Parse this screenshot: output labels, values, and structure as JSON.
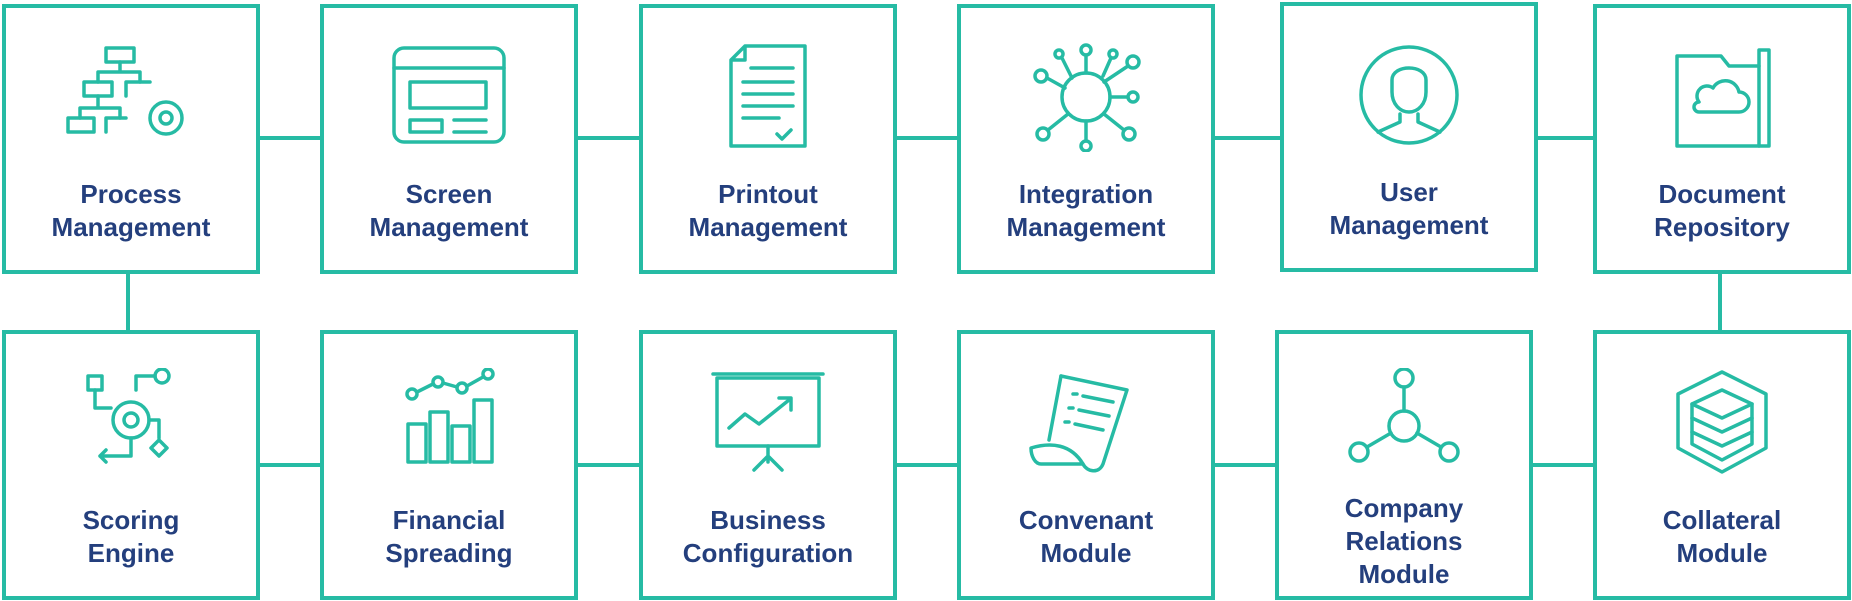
{
  "accent_color": "#26bba4",
  "text_color": "#243f7d",
  "top_row": [
    {
      "line1": "Process",
      "line2": "Management",
      "icon": "process-flow-gear-icon"
    },
    {
      "line1": "Screen",
      "line2": "Management",
      "icon": "browser-window-icon"
    },
    {
      "line1": "Printout",
      "line2": "Management",
      "icon": "document-check-icon"
    },
    {
      "line1": "Integration",
      "line2": "Management",
      "icon": "network-hub-icon"
    },
    {
      "line1": "User",
      "line2": "Management",
      "icon": "user-avatar-icon"
    },
    {
      "line1": "Document",
      "line2": "Repository",
      "icon": "cloud-folder-icon"
    }
  ],
  "bottom_row": [
    {
      "line1": "Scoring",
      "line2": "Engine",
      "icon": "gear-flow-icon"
    },
    {
      "line1": "Financial",
      "line2": "Spreading",
      "icon": "bar-line-chart-icon"
    },
    {
      "line1": "Business",
      "line2": "Configuration",
      "icon": "presentation-board-icon"
    },
    {
      "line1": "Convenant",
      "line2": "Module",
      "icon": "scroll-list-icon"
    },
    {
      "line1": "Company",
      "line2": "Relations",
      "line3": "Module",
      "icon": "relations-nodes-icon"
    },
    {
      "line1": "Collateral",
      "line2": "Module",
      "icon": "stacked-cube-icon"
    }
  ]
}
